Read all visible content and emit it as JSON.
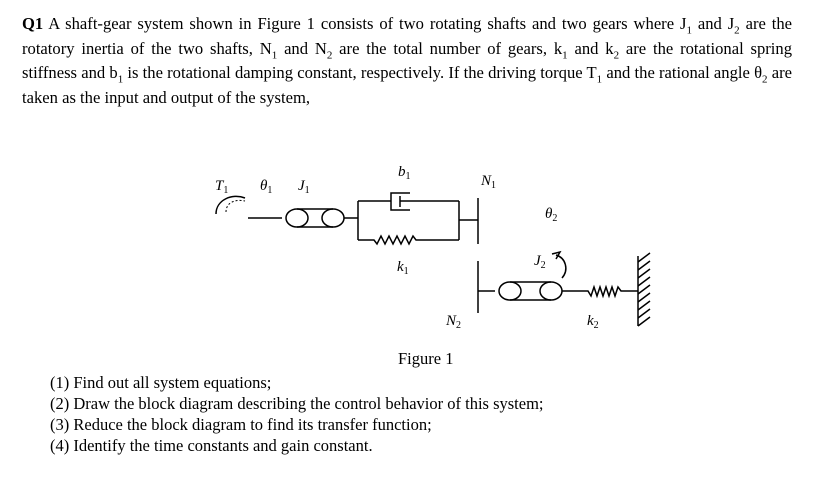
{
  "question": {
    "label": "Q1",
    "parts": [
      {
        "t": " A shaft-gear system shown in Figure 1 consists of two rotating shafts and two gears where J"
      },
      {
        "s": "1"
      },
      {
        "t": " and J"
      },
      {
        "s": "2"
      },
      {
        "t": " are the rotatory inertia of the two shafts, N"
      },
      {
        "s": "1"
      },
      {
        "t": " and N"
      },
      {
        "s": "2"
      },
      {
        "t": " are the total number of gears, k"
      },
      {
        "s": "1"
      },
      {
        "t": " and k"
      },
      {
        "s": "2"
      },
      {
        "t": " are the rotational spring stiffness and b"
      },
      {
        "s": "1"
      },
      {
        "t": " is the rotational damping constant, respectively. If the driving torque T"
      },
      {
        "s": "1"
      },
      {
        "t": " and the rational angle θ"
      },
      {
        "s": "2"
      },
      {
        "t": " are taken as the input and output of the system,"
      }
    ]
  },
  "figure": {
    "labels": {
      "T1": {
        "main": "T",
        "sub": "1"
      },
      "theta1": {
        "main": "θ",
        "sub": "1"
      },
      "J1": {
        "main": "J",
        "sub": "1"
      },
      "b1": {
        "main": "b",
        "sub": "1"
      },
      "N1": {
        "main": "N",
        "sub": "1"
      },
      "theta2": {
        "main": "θ",
        "sub": "2"
      },
      "k1": {
        "main": "k",
        "sub": "1"
      },
      "J2": {
        "main": "J",
        "sub": "2"
      },
      "N2": {
        "main": "N",
        "sub": "2"
      },
      "k2": {
        "main": "k",
        "sub": "2"
      }
    },
    "caption": "Figure 1"
  },
  "tasks": [
    "(1) Find out all system equations;",
    "(2) Draw the block diagram describing the control behavior of this system;",
    "(3) Reduce the block diagram to find its transfer function;",
    "(4) Identify the time constants and gain constant."
  ]
}
